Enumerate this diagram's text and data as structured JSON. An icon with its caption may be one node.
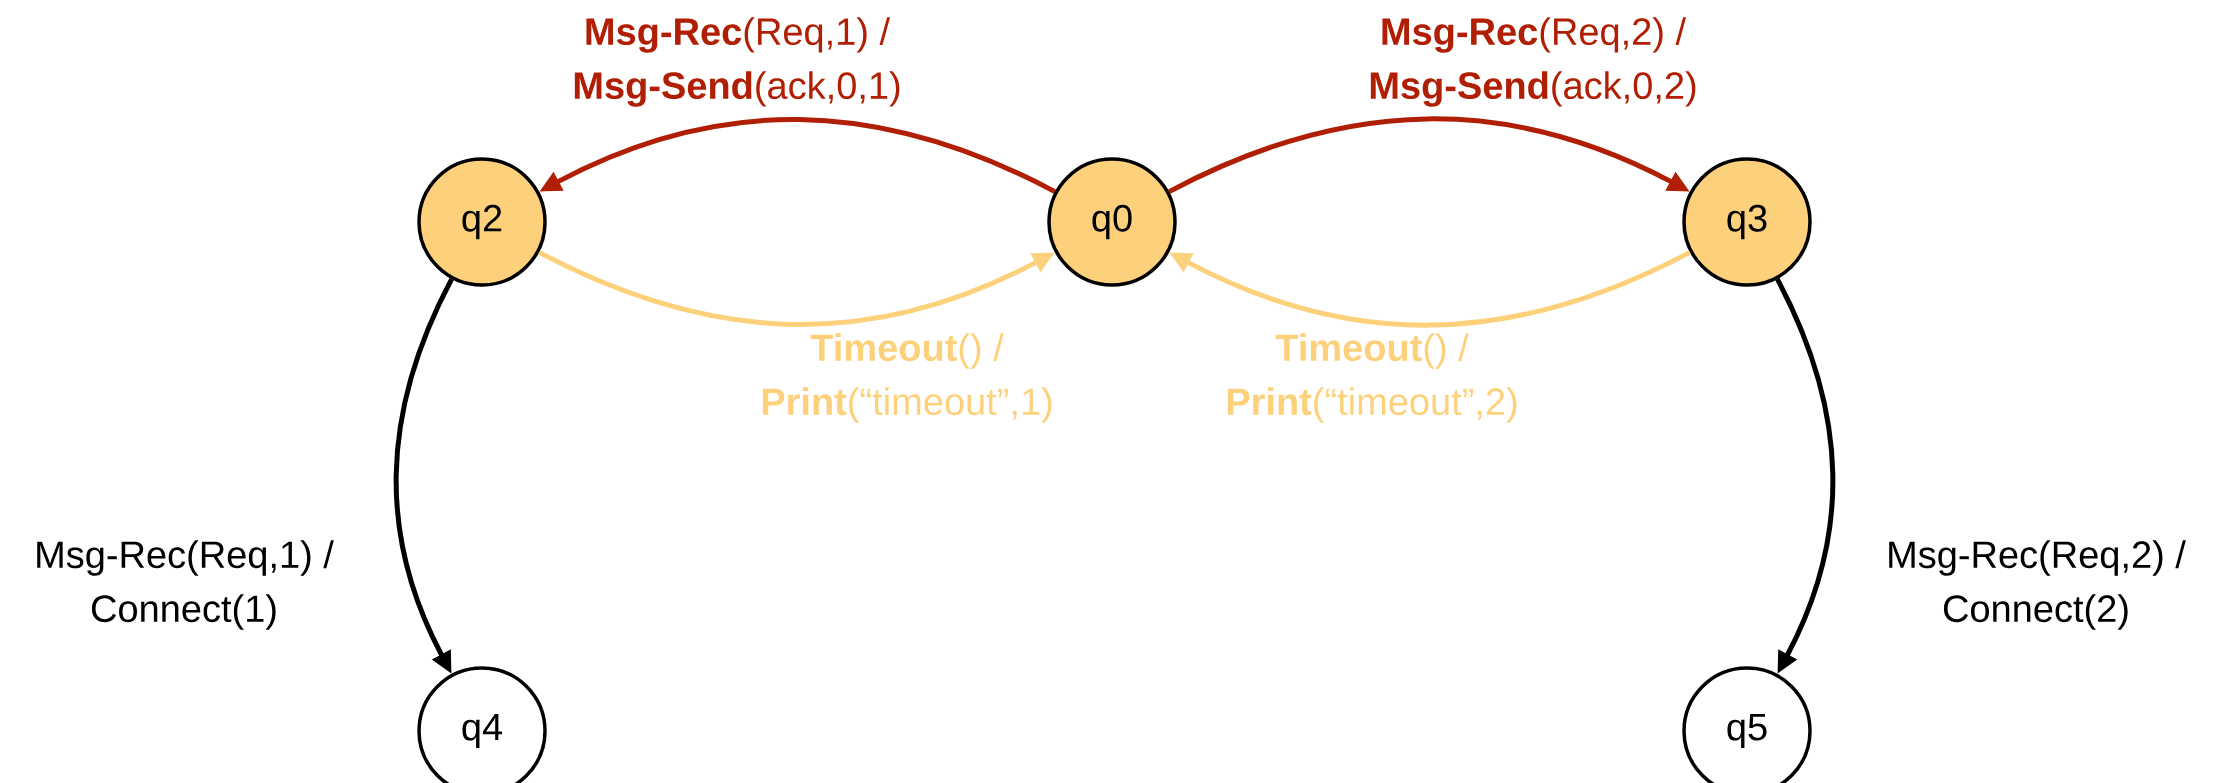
{
  "diagram": {
    "nodes": [
      {
        "text": [
          "q2"
        ]
      },
      {
        "text": [
          "q0"
        ]
      },
      {
        "text": [
          "q3"
        ]
      },
      {
        "text": [
          "q4"
        ]
      },
      {
        "text": [
          "q5"
        ]
      }
    ],
    "edges": [
      {
        "from": 1,
        "to": 0,
        "arrow": "to",
        "color": "#b01e04",
        "label": "**Msg-Rec**(Req,1) / **Msg-Send**(ack,0,1)"
      },
      {
        "from": 1,
        "to": 2,
        "arrow": "to",
        "color": "#b01e04",
        "label": "**Msg-Rec**(Req,2) / **Msg-Send**(ack,0,2)"
      },
      {
        "from": 0,
        "to": 1,
        "arrow": "to",
        "color": "#fdd17b",
        "label": "**Timeout**() / **Print**(“timeout”,1)"
      },
      {
        "from": 2,
        "to": 1,
        "arrow": "to",
        "color": "#fdd17b",
        "label": "**Timeout**() / **Print**(“timeout”,2)"
      },
      {
        "from": 0,
        "to": 3,
        "arrow": "to",
        "color": "#000000",
        "label": "Msg-Rec(Req,1) / Connect(1)"
      },
      {
        "from": 2,
        "to": 4,
        "arrow": "to",
        "color": "#000000",
        "label": "Msg-Rec(Req,2) / Connect(2)"
      }
    ]
  }
}
